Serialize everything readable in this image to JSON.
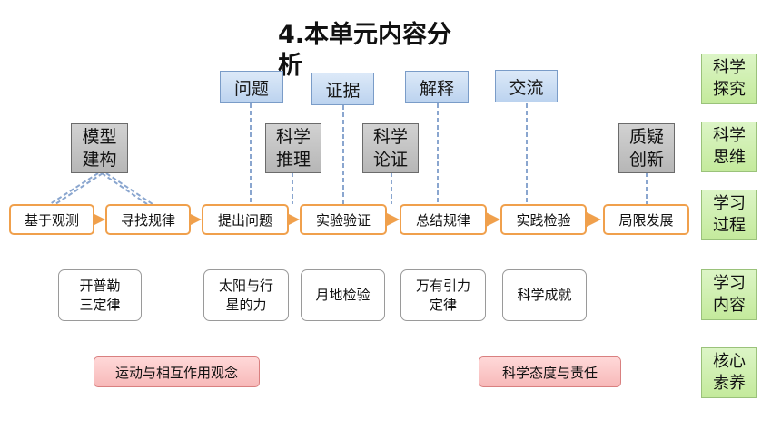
{
  "title": "4.本单元内容分析",
  "science_elements": {
    "top_row": [
      "问题",
      "证据",
      "解释",
      "交流"
    ],
    "gray_boxes": [
      "模型\n建构",
      "科学\n推理",
      "科学\n论证",
      "质疑\n创新"
    ]
  },
  "process_steps": [
    "基于观测",
    "寻找规律",
    "提出问题",
    "实验验证",
    "总结规律",
    "实践检验",
    "局限发展"
  ],
  "learning_contents": [
    "开普勒\n三定律",
    "太阳与行\n星的力",
    "月地检验",
    "万有引力\n定律",
    "科学成就"
  ],
  "literacy": [
    "运动与相互作用观念",
    "科学态度与责任"
  ],
  "row_labels": [
    "科学\n探究",
    "科学\n思维",
    "学习\n过程",
    "学习\n内容",
    "核心\n素养"
  ],
  "colors": {
    "blue_fill": "#c9dcf3",
    "gray_fill": "#c4c4c4",
    "green_fill": "#d0efb1",
    "process_border": "#f0a04c",
    "pink_fill": "#fbc8c8",
    "connector": "#8aa6cf"
  }
}
